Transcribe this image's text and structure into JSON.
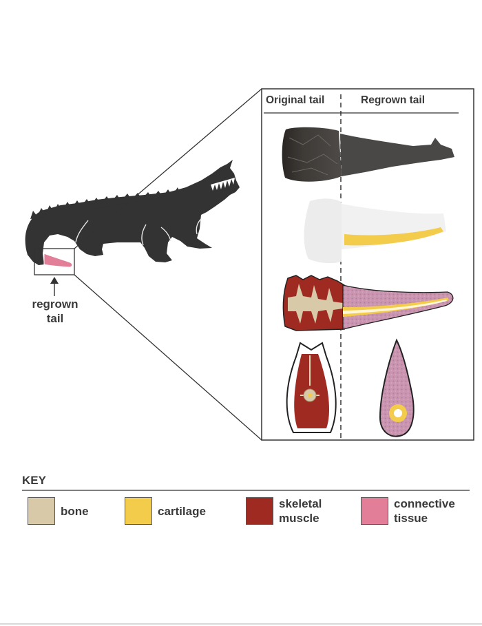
{
  "panel": {
    "header_original": "Original tail",
    "header_regrown": "Regrown tail"
  },
  "callout": {
    "line1": "regrown",
    "line2": "tail"
  },
  "key": {
    "title": "KEY",
    "items": [
      {
        "line1": "bone",
        "line2": "",
        "color": "#d8c9a8"
      },
      {
        "line1": "cartilage",
        "line2": "",
        "color": "#f2cc4a"
      },
      {
        "line1": "skeletal",
        "line2": "muscle",
        "color": "#9e2a22"
      },
      {
        "line1": "connective",
        "line2": "tissue",
        "color": "#e37e98"
      }
    ]
  },
  "colors": {
    "alligator": "#333333",
    "bone": "#d8c9a8",
    "cartilage": "#f2cc4a",
    "muscle": "#9e2a22",
    "connective": "#e37e98",
    "connective_mottle": "#c994b4"
  }
}
